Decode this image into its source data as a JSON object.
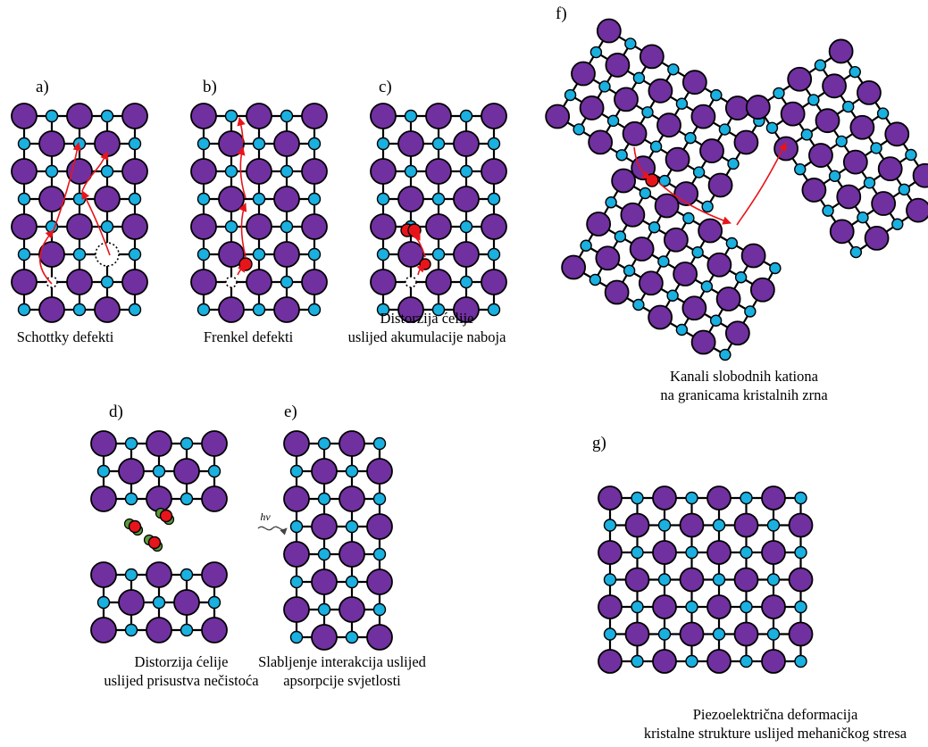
{
  "panels": [
    {
      "id": "a",
      "label": "a)",
      "caption": [
        "Schottky defekti"
      ]
    },
    {
      "id": "b",
      "label": "b)",
      "caption": [
        "Frenkel defekti"
      ]
    },
    {
      "id": "c",
      "label": "c)",
      "caption": [
        "Distorzija ćelije",
        "uslijed akumulacije naboja"
      ]
    },
    {
      "id": "d",
      "label": "d)",
      "caption": [
        "Distorzija ćelije",
        "uslijed prisustva nečistoća"
      ]
    },
    {
      "id": "e",
      "label": "e)",
      "caption": [
        "Slabljenje interakcija uslijed",
        "apsorpcije svjetlosti"
      ],
      "photon_label": "hν"
    },
    {
      "id": "f",
      "label": "f)",
      "caption": [
        "Kanali slobodnih kationa",
        "na granicama kristalnih zrna"
      ]
    },
    {
      "id": "g",
      "label": "g)",
      "caption": [
        "Piezoelektrična deformacija",
        "kristalne strukture uslijed mehaničkog stresa"
      ]
    }
  ],
  "colors": {
    "large_atom": "#7030a0",
    "small_atom": "#1ab0e0",
    "defect_ion": "#e8141c",
    "impurity": "#5a9a3a",
    "path": "#e8141c",
    "bond": "#000000"
  },
  "legend_semantics": {
    "large_atom": "purple-sphere",
    "small_atom": "blue-sphere",
    "vacancy": "dotted-circle"
  }
}
